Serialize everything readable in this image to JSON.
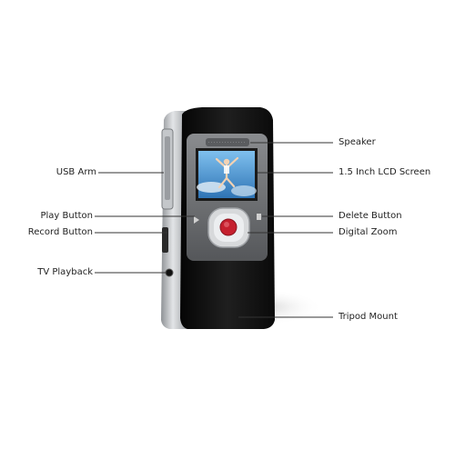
{
  "diagram": {
    "labels": {
      "usb_arm": "USB Arm",
      "play_button": "Play Button",
      "record_button": "Record Button",
      "tv_playback": "TV Playback",
      "speaker": "Speaker",
      "lcd_screen": "1.5 Inch LCD Screen",
      "delete_button": "Delete Button",
      "digital_zoom": "Digital Zoom",
      "tripod_mount": "Tripod Mount"
    }
  },
  "colors": {
    "body": "#141414",
    "side_rail": "#b9bcbf",
    "face_plate": "#6b6d70",
    "screen_sky": "#5aa3dc",
    "record_button": "#c5202e",
    "leader_line": "#333333"
  }
}
